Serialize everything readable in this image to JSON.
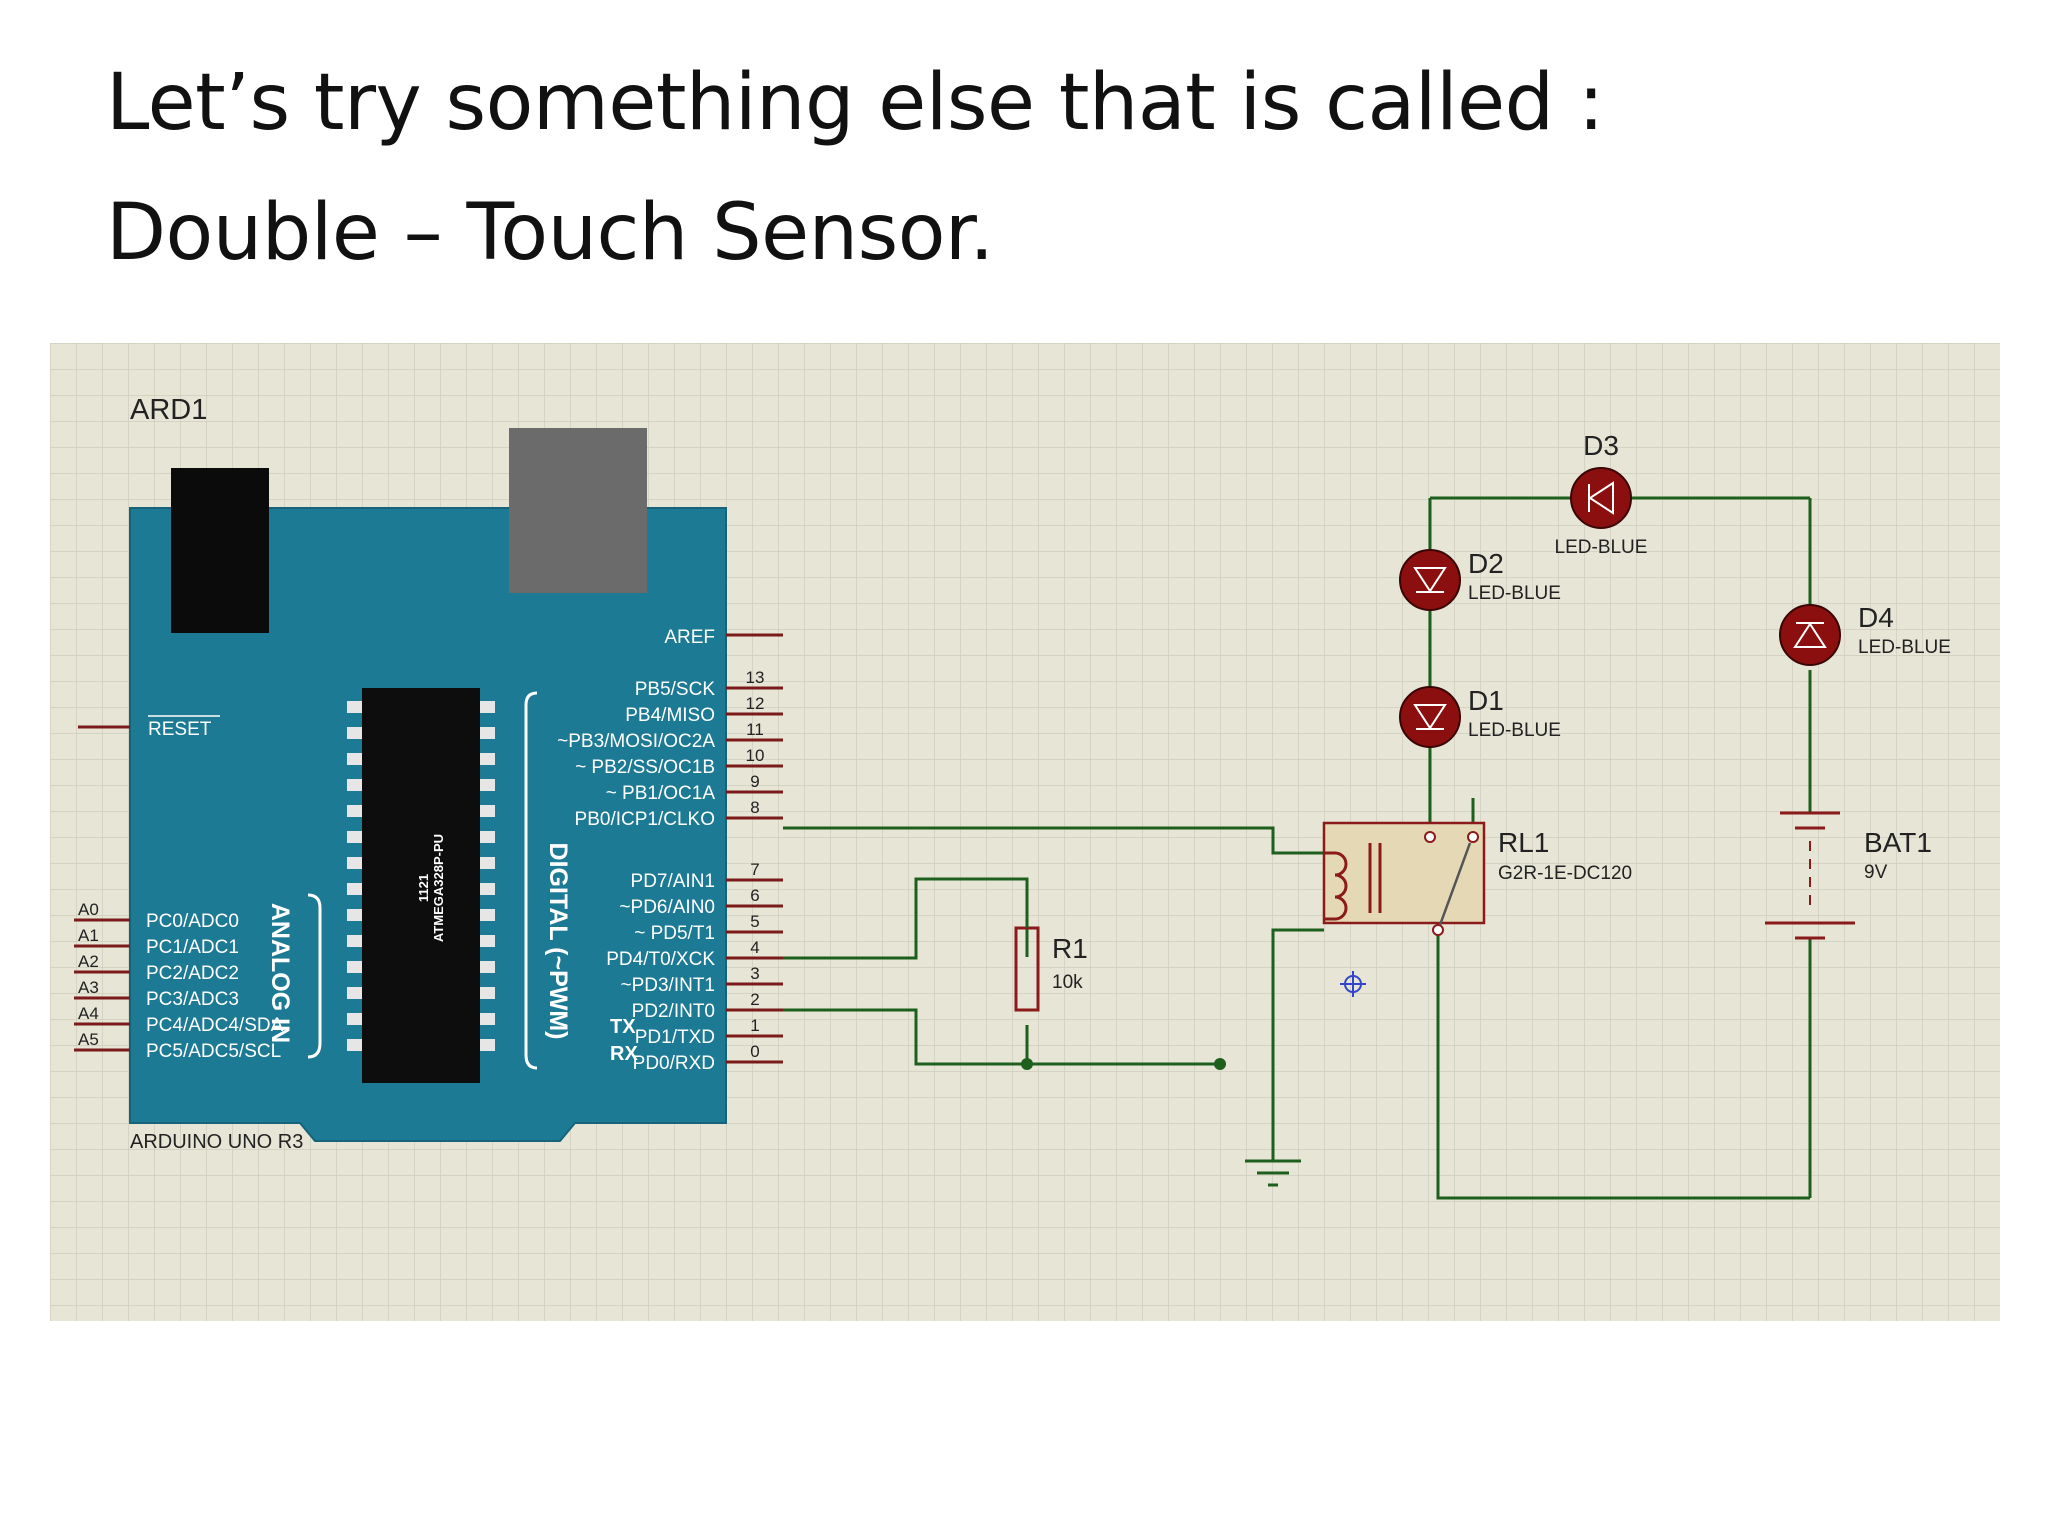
{
  "slide": {
    "title_line1": "Let’s try something else that is called :",
    "title_line2": "Double – Touch Sensor."
  },
  "colors": {
    "canvas": "#e6e5d6",
    "grid": "#cfcebd",
    "wire": "#1e5f1e",
    "pin": "#7a1a1a",
    "board": "#1d7a94",
    "led": "#8b0f0f",
    "relay_body": "#e4d9b4"
  },
  "arduino": {
    "ref": "ARD1",
    "name": "ARDUINO UNO R3",
    "chip_line1": "1121",
    "chip_line2": "ATMEGA328P-PU",
    "analog_group": "ANALOG IN",
    "digital_group": "DIGITAL (~PWM)",
    "aref": "AREF",
    "reset": "RESET",
    "tx": "TX",
    "rx": "RX",
    "digital_pins": [
      {
        "label": "PB5/SCK",
        "num": "13"
      },
      {
        "label": "PB4/MISO",
        "num": "12"
      },
      {
        "label": "~PB3/MOSI/OC2A",
        "num": "11"
      },
      {
        "label": "~ PB2/SS/OC1B",
        "num": "10"
      },
      {
        "label": "~ PB1/OC1A",
        "num": "9"
      },
      {
        "label": "PB0/ICP1/CLKO",
        "num": "8"
      },
      {
        "label": "PD7/AIN1",
        "num": "7"
      },
      {
        "label": "~PD6/AIN0",
        "num": "6"
      },
      {
        "label": "~ PD5/T1",
        "num": "5"
      },
      {
        "label": "PD4/T0/XCK",
        "num": "4"
      },
      {
        "label": "~PD3/INT1",
        "num": "3"
      },
      {
        "label": "PD2/INT0",
        "num": "2"
      },
      {
        "label": "PD1/TXD",
        "num": "1"
      },
      {
        "label": "PD0/RXD",
        "num": "0"
      }
    ],
    "analog_pins": [
      {
        "label": "PC0/ADC0",
        "num": "A0"
      },
      {
        "label": "PC1/ADC1",
        "num": "A1"
      },
      {
        "label": "PC2/ADC2",
        "num": "A2"
      },
      {
        "label": "PC3/ADC3",
        "num": "A3"
      },
      {
        "label": "PC4/ADC4/SDA",
        "num": "A4"
      },
      {
        "label": "PC5/ADC5/SCL",
        "num": "A5"
      }
    ]
  },
  "components": {
    "d1": {
      "ref": "D1",
      "value": "LED-BLUE"
    },
    "d2": {
      "ref": "D2",
      "value": "LED-BLUE"
    },
    "d3": {
      "ref": "D3",
      "value": "LED-BLUE"
    },
    "d4": {
      "ref": "D4",
      "value": "LED-BLUE"
    },
    "r1": {
      "ref": "R1",
      "value": "10k"
    },
    "rl1": {
      "ref": "RL1",
      "value": "G2R-1E-DC120"
    },
    "bat1": {
      "ref": "BAT1",
      "value": "9V"
    }
  }
}
